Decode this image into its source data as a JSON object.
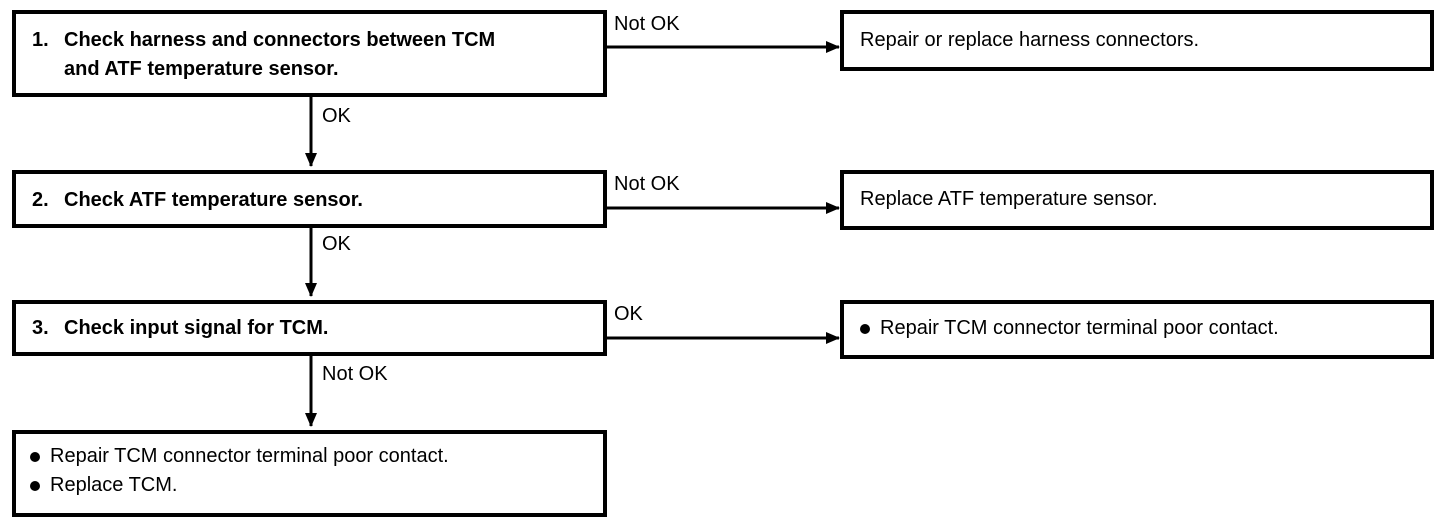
{
  "steps": [
    {
      "num": "1.",
      "lines": [
        "Check harness and connectors between TCM",
        "and ATF temperature sensor."
      ]
    },
    {
      "num": "2.",
      "text": "Check ATF temperature sensor."
    },
    {
      "num": "3.",
      "text": "Check input signal for TCM."
    }
  ],
  "results": {
    "r1": "Repair or replace harness connectors.",
    "r2": "Replace ATF temperature sensor.",
    "r3": "Repair TCM connector terminal poor contact.",
    "r4": [
      "Repair TCM connector terminal poor contact.",
      "Replace TCM."
    ]
  },
  "labels": {
    "s1_right": "Not OK",
    "s1_down": "OK",
    "s2_right": "Not OK",
    "s2_down": "OK",
    "s3_right": "OK",
    "s3_down": "Not OK"
  }
}
